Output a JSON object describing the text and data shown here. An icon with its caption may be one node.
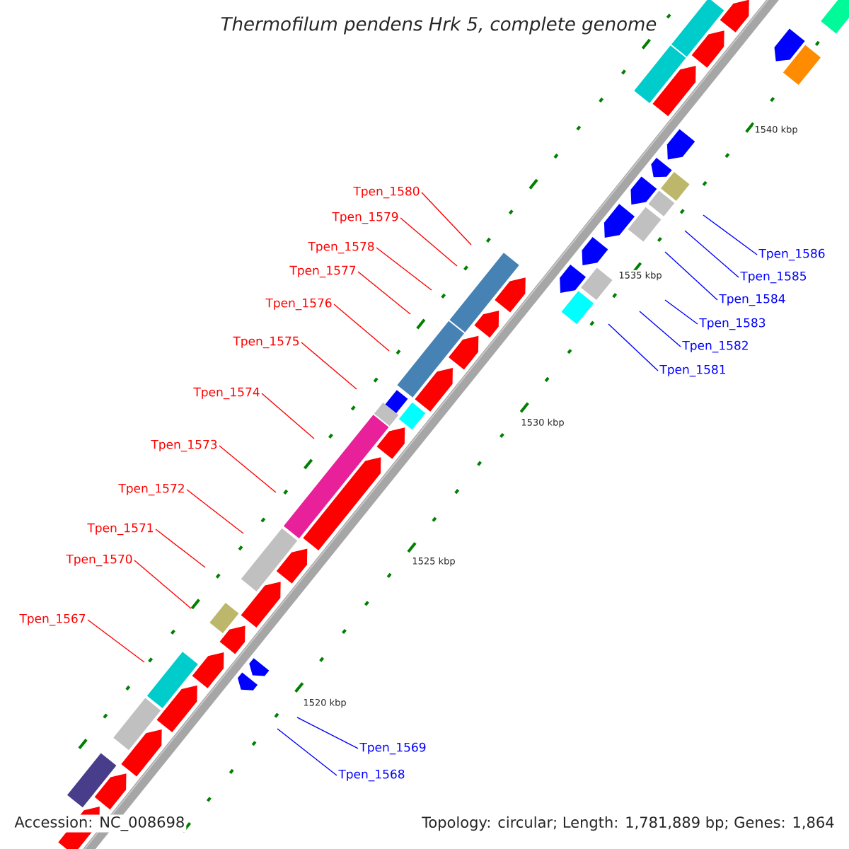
{
  "diagram": {
    "title": "Thermofilum pendens Hrk 5, complete genome",
    "nodes": [
      {
        "text": [
          "Tpen_1580"
        ]
      },
      {
        "text": [
          "Tpen_1579"
        ]
      },
      {
        "text": [
          "Tpen_1578"
        ]
      },
      {
        "text": [
          "Tpen_1577"
        ]
      },
      {
        "text": [
          "Tpen_1576"
        ]
      },
      {
        "text": [
          "Tpen_1575"
        ]
      },
      {
        "text": [
          "Tpen_1574"
        ]
      },
      {
        "text": [
          "Tpen_1573"
        ]
      },
      {
        "text": [
          "Tpen_1572"
        ]
      },
      {
        "text": [
          "Tpen_1571"
        ]
      },
      {
        "text": [
          "Tpen_1570"
        ]
      },
      {
        "text": [
          "Tpen_1567"
        ]
      },
      {
        "text": [
          "Tpen_1586"
        ]
      },
      {
        "text": [
          "Tpen_1585"
        ]
      },
      {
        "text": [
          "Tpen_1584"
        ]
      },
      {
        "text": [
          "Tpen_1583"
        ]
      },
      {
        "text": [
          "Tpen_1582"
        ]
      },
      {
        "text": [
          "Tpen_1581"
        ]
      },
      {
        "text": [
          "Tpen_1569"
        ]
      },
      {
        "text": [
          "Tpen_1568"
        ]
      }
    ],
    "edges": [
      {
        "from": 0,
        "to": null,
        "arrow": "none"
      },
      {
        "from": 1,
        "to": null,
        "arrow": "none"
      },
      {
        "from": 2,
        "to": null,
        "arrow": "none"
      },
      {
        "from": 3,
        "to": null,
        "arrow": "none"
      },
      {
        "from": 4,
        "to": null,
        "arrow": "none"
      },
      {
        "from": 5,
        "to": null,
        "arrow": "none"
      },
      {
        "from": 6,
        "to": null,
        "arrow": "none"
      },
      {
        "from": 7,
        "to": null,
        "arrow": "none"
      },
      {
        "from": 8,
        "to": null,
        "arrow": "none"
      },
      {
        "from": 9,
        "to": null,
        "arrow": "none"
      },
      {
        "from": 10,
        "to": null,
        "arrow": "none"
      },
      {
        "from": 11,
        "to": null,
        "arrow": "none"
      },
      {
        "from": 12,
        "to": null,
        "arrow": "none",
        "color": "#0000ff"
      },
      {
        "from": 13,
        "to": null,
        "arrow": "none",
        "color": "#0000ff"
      },
      {
        "from": 14,
        "to": null,
        "arrow": "none",
        "color": "#0000ff"
      },
      {
        "from": 15,
        "to": null,
        "arrow": "none",
        "color": "#0000ff"
      },
      {
        "from": 16,
        "to": null,
        "arrow": "none",
        "color": "#0000ff"
      },
      {
        "from": 17,
        "to": null,
        "arrow": "none",
        "color": "#0000ff"
      },
      {
        "from": 18,
        "to": null,
        "arrow": "none",
        "color": "#0000ff"
      },
      {
        "from": 19,
        "to": null,
        "arrow": "none",
        "color": "#0000ff"
      }
    ],
    "labels": [
      "1540 kbp",
      "1535 kbp",
      "1530 kbp",
      "1525 kbp",
      "1520 kbp",
      "Accession: NC_008698",
      "Topology: circular; Length: 1,781,889 bp; Genes: 1,864"
    ]
  }
}
